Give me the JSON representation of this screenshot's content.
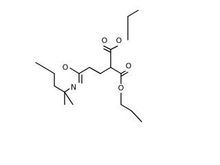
{
  "atoms": {
    "ring_oxygen": "O",
    "ring_nitrogen": "N",
    "ester_top_carbonyl_oxygen": "O",
    "ester_top_ether_oxygen": "O",
    "ester_bottom_carbonyl_oxygen": "O",
    "ester_bottom_ether_oxygen": "O"
  },
  "colors": {
    "bond": "#000000",
    "label": "#000000",
    "background": "#ffffff"
  }
}
